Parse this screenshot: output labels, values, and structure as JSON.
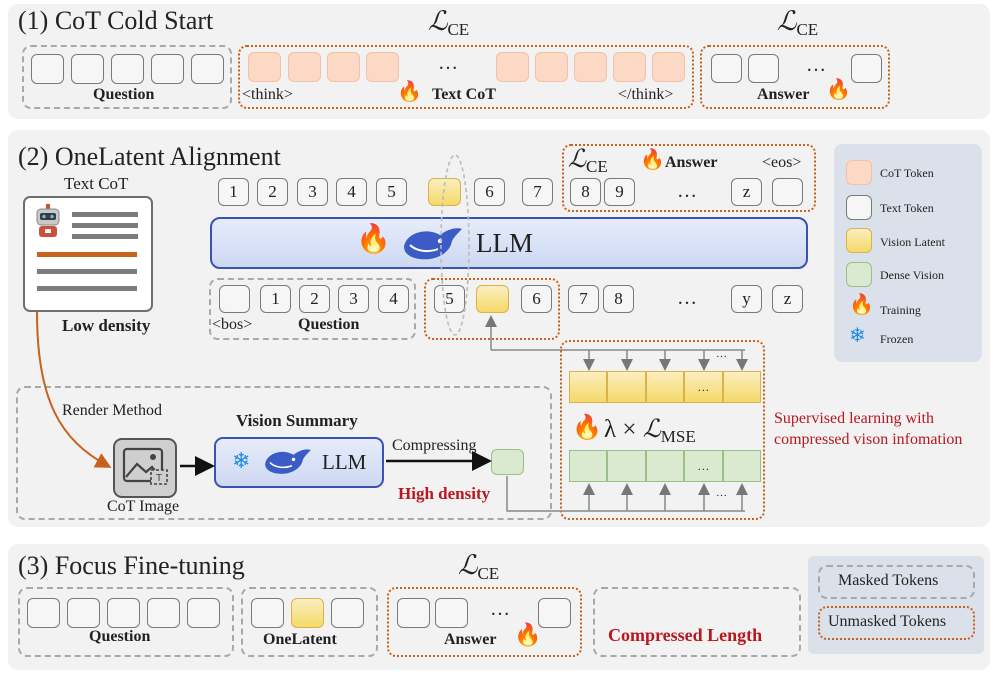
{
  "section1": {
    "title": "(1) CoT Cold Start",
    "loss_symbol": "ℒ",
    "loss_sub": "CE",
    "question_label": "Question",
    "think_open": "<think>",
    "text_cot_label": "Text CoT",
    "think_close": "</think>",
    "answer_label": "Answer",
    "ellipsis": "…"
  },
  "section2": {
    "title": "(2) OneLatent Alignment",
    "text_cot_caption": "Text CoT",
    "low_density": "Low density",
    "render_method": "Render Method",
    "cot_image": "CoT Image",
    "vision_summary": "Vision Summary",
    "compressing": "Compressing",
    "high_density": "High density",
    "llm_label": "LLM",
    "small_llm_label": "LLM",
    "answer_label": "Answer",
    "eos": "<eos>",
    "bos": "<bos>",
    "question_label": "Question",
    "loss_symbol": "ℒ",
    "loss_sub": "CE",
    "mse_prefix": "λ × ",
    "mse_symbol": "ℒ",
    "mse_sub": "MSE",
    "supervised_line1": "Supervised learning with",
    "supervised_line2": "compressed vison infomation",
    "top_tokens": [
      "1",
      "2",
      "3",
      "4",
      "5",
      "6",
      "7",
      "8",
      "9",
      "…",
      "z"
    ],
    "bottom_tokens": [
      "1",
      "2",
      "3",
      "4",
      "5",
      "6",
      "7",
      "8",
      "…",
      "y",
      "z"
    ],
    "ellipsis": "…"
  },
  "legend": {
    "items": [
      {
        "label": "CoT Token",
        "color": "#fbd9c4"
      },
      {
        "label": "Text Token",
        "color": "#f6f6f6"
      },
      {
        "label": "Vision Latent",
        "color": "#f5d968"
      },
      {
        "label": "Dense Vision",
        "color": "#d9ead0"
      },
      {
        "label": "Training",
        "icon": "fire-icon"
      },
      {
        "label": "Frozen",
        "icon": "snowflake-icon"
      }
    ]
  },
  "section3": {
    "title": "(3) Focus Fine-tuning",
    "loss_symbol": "ℒ",
    "loss_sub": "CE",
    "question_label": "Question",
    "onelatent_label": "OneLatent",
    "answer_label": "Answer",
    "compressed_length": "Compressed Length",
    "ellipsis": "…",
    "masked_tokens": "Masked Tokens",
    "unmasked_tokens": "Unmasked Tokens"
  },
  "colors": {
    "orange": "#c8611b",
    "red": "#b8171f",
    "llm_blue": "#dbe3f6",
    "llm_border": "#3a52b3",
    "panel_gray": "#f2f2f2",
    "legend_bg": "#dbe1ea"
  }
}
